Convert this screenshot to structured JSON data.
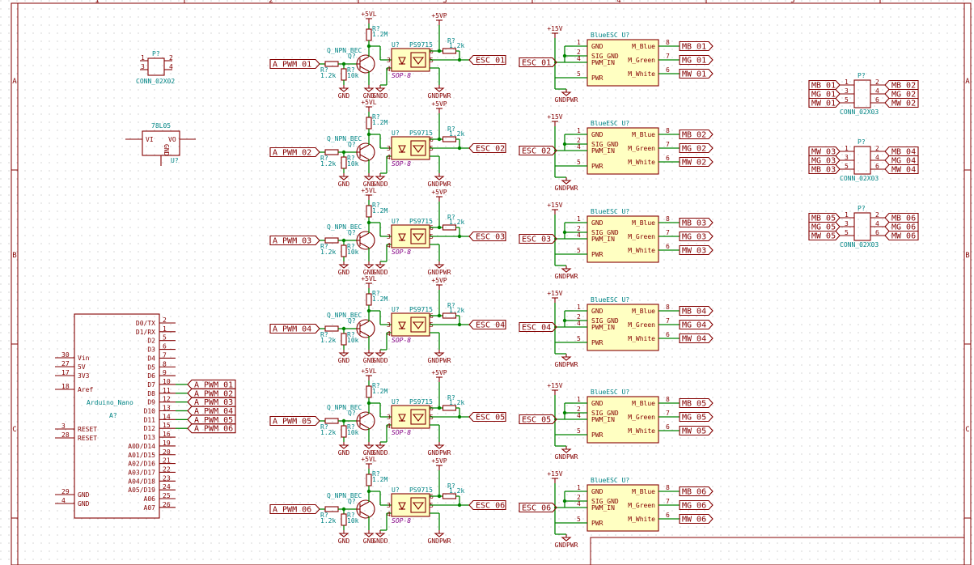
{
  "frame": {
    "col_labels": [
      "1",
      "2",
      "3",
      "4",
      "5"
    ],
    "row_labels": [
      "A",
      "B",
      "C"
    ]
  },
  "power": {
    "vl": "+5VL",
    "vp": "+5VP",
    "v15": "+15V",
    "gnd": "GND",
    "gndd": "GNDD",
    "gndpwr": "GNDPWR"
  },
  "channels": [
    {
      "pwm": "A_PWM_01",
      "esc": "ESC_01",
      "mb": "MB_01",
      "mg": "MG_01",
      "mw": "MW_01"
    },
    {
      "pwm": "A_PWM_02",
      "esc": "ESC_02",
      "mb": "MB_02",
      "mg": "MG_02",
      "mw": "MW_02"
    },
    {
      "pwm": "A_PWM_03",
      "esc": "ESC_03",
      "mb": "MB_03",
      "mg": "MG_03",
      "mw": "MW_03"
    },
    {
      "pwm": "A_PWM_04",
      "esc": "ESC_04",
      "mb": "MB_04",
      "mg": "MG_04",
      "mw": "MW_04"
    },
    {
      "pwm": "A_PWM_05",
      "esc": "ESC_05",
      "mb": "MB_05",
      "mg": "MG_05",
      "mw": "MW_05"
    },
    {
      "pwm": "A_PWM_06",
      "esc": "ESC_06",
      "mb": "MB_06",
      "mg": "MG_06",
      "mw": "MW_06"
    }
  ],
  "channel_parts": {
    "transistor_ref": "Q?",
    "transistor_val": "Q_NPN_BEC",
    "res_ref": "R?",
    "res_top_val": "1.2M",
    "res_base_val": "1.2k",
    "res_down_val": "10k",
    "res_out_val": "1.2k",
    "opto_ref": "U?",
    "opto_val": "PS9715",
    "opto_fp": "SOP-8",
    "opto_pins": [
      "3",
      "4",
      "5",
      "6"
    ]
  },
  "esc_block": {
    "title": "BlueESC U?",
    "pins_left": [
      {
        "num": "1",
        "name": "GND"
      },
      {
        "num": "2",
        "name": "SIG_GND"
      },
      {
        "num": "4",
        "name": "PWM_IN"
      },
      {
        "num": "5",
        "name": "PWR"
      }
    ],
    "pins_right": [
      {
        "num": "8",
        "name": "M_Blue"
      },
      {
        "num": "7",
        "name": "M_Green"
      },
      {
        "num": "6",
        "name": "M_White"
      }
    ]
  },
  "p7": {
    "ref": "P?",
    "value": "CONN_02X02",
    "pins": [
      "1",
      "2",
      "3",
      "4"
    ]
  },
  "regulator": {
    "value": "78L05",
    "ref": "U?",
    "pin_vi": "VI",
    "pin_vo": "VO",
    "pin_gnd": "GND"
  },
  "arduino": {
    "name": "Arduino_Nano",
    "ref": "A?",
    "left_pins": [
      {
        "num": "30",
        "name": "Vin"
      },
      {
        "num": "27",
        "name": "5V"
      },
      {
        "num": "17",
        "name": "3V3"
      },
      {
        "num": "18",
        "name": "Aref"
      },
      {
        "num": "3",
        "name": "RESET"
      },
      {
        "num": "28",
        "name": "RESET"
      },
      {
        "num": "29",
        "name": "GND"
      },
      {
        "num": "4",
        "name": "GND"
      }
    ],
    "right_pins": [
      {
        "num": "2",
        "name": "D0/TX"
      },
      {
        "num": "1",
        "name": "D1/RX"
      },
      {
        "num": "5",
        "name": "D2"
      },
      {
        "num": "6",
        "name": "D3"
      },
      {
        "num": "7",
        "name": "D4"
      },
      {
        "num": "8",
        "name": "D5"
      },
      {
        "num": "9",
        "name": "D6"
      },
      {
        "num": "10",
        "name": "D7"
      },
      {
        "num": "11",
        "name": "D8"
      },
      {
        "num": "12",
        "name": "D9"
      },
      {
        "num": "13",
        "name": "D10"
      },
      {
        "num": "14",
        "name": "D11"
      },
      {
        "num": "15",
        "name": "D12"
      },
      {
        "num": "16",
        "name": "D13"
      },
      {
        "num": "19",
        "name": "A0D/D14"
      },
      {
        "num": "20",
        "name": "A01/D15"
      },
      {
        "num": "21",
        "name": "A02/D16"
      },
      {
        "num": "22",
        "name": "A03/D17"
      },
      {
        "num": "23",
        "name": "A04/D18"
      },
      {
        "num": "24",
        "name": "A05/D19"
      },
      {
        "num": "25",
        "name": "A06"
      },
      {
        "num": "26",
        "name": "A07"
      }
    ],
    "pwm_labels": [
      "A_PWM_01",
      "A_PWM_02",
      "A_PWM_03",
      "A_PWM_04",
      "A_PWM_05",
      "A_PWM_06"
    ]
  },
  "motor_connectors": [
    {
      "ref": "P?",
      "value": "CONN_02X03",
      "left": [
        "MB_01",
        "MG_01",
        "MW_01"
      ],
      "right": [
        "MB_02",
        "MG_02",
        "MW_02"
      ],
      "pins_left": [
        "1",
        "3",
        "5"
      ],
      "pins_right": [
        "2",
        "4",
        "6"
      ]
    },
    {
      "ref": "P?",
      "value": "CONN_02X03",
      "left": [
        "MW_03",
        "MG_03",
        "MB_03"
      ],
      "right": [
        "MB_04",
        "MG_04",
        "MW_04"
      ],
      "pins_left": [
        "1",
        "3",
        "5"
      ],
      "pins_right": [
        "2",
        "4",
        "6"
      ]
    },
    {
      "ref": "P?",
      "value": "CONN_02X03",
      "left": [
        "MB_05",
        "MG_05",
        "MW_05"
      ],
      "right": [
        "MB_06",
        "MG_06",
        "MW_06"
      ],
      "pins_left": [
        "1",
        "3",
        "5"
      ],
      "pins_right": [
        "2",
        "4",
        "6"
      ]
    }
  ]
}
